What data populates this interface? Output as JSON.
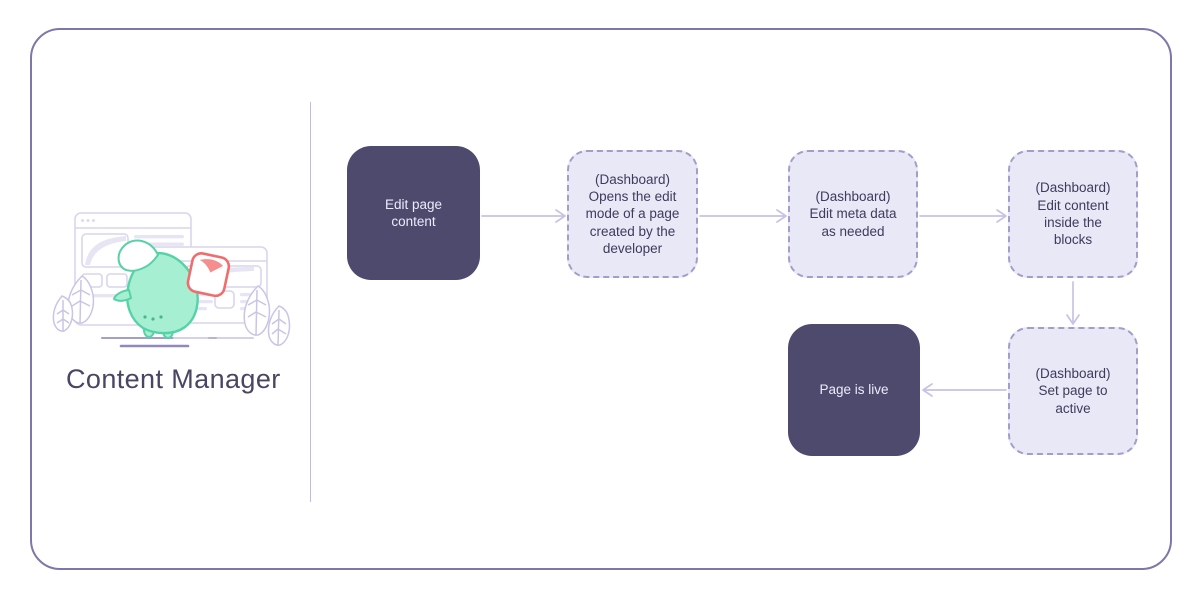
{
  "title": "Content Manager",
  "flow": {
    "nodes": [
      {
        "id": "edit-page-content",
        "type": "solid",
        "label": "Edit page\ncontent"
      },
      {
        "id": "opens-edit-mode",
        "type": "dashed",
        "label": "(Dashboard)\nOpens the edit\nmode of a page\ncreated by the\ndeveloper"
      },
      {
        "id": "edit-meta-data",
        "type": "dashed",
        "label": "(Dashboard)\nEdit meta data\nas needed"
      },
      {
        "id": "edit-content-blocks",
        "type": "dashed",
        "label": "(Dashboard)\nEdit content\ninside the\nblocks"
      },
      {
        "id": "set-page-active",
        "type": "dashed",
        "label": "(Dashboard)\nSet page to\nactive"
      },
      {
        "id": "page-is-live",
        "type": "solid",
        "label": "Page is live"
      }
    ],
    "connections": [
      "edit-page-content -> opens-edit-mode",
      "opens-edit-mode -> edit-meta-data",
      "edit-meta-data -> edit-content-blocks",
      "edit-content-blocks -> set-page-active",
      "set-page-active -> page-is-live"
    ]
  },
  "icons": {
    "illustration": "content-manager-mascot-illustration",
    "elements": [
      "browser-window-icon",
      "mascot-icon",
      "card-icon",
      "plant-leaf-icon",
      "ground-line"
    ]
  },
  "colors": {
    "frame_border": "#7d78a8",
    "divider": "#bfbcdc",
    "solid_node_bg": "#4e4a6d",
    "solid_node_text": "#eceafa",
    "dashed_node_bg": "#e9e8f6",
    "dashed_node_border": "#a29dc9",
    "dashed_node_text": "#3e3b5c",
    "arrow": "#c6c3e5",
    "title_text": "#494564",
    "mascot_fill": "#a6efd2",
    "mascot_stroke": "#57d2a6",
    "card_accent": "#f16d6d",
    "window_outline": "#d9d6ec"
  }
}
